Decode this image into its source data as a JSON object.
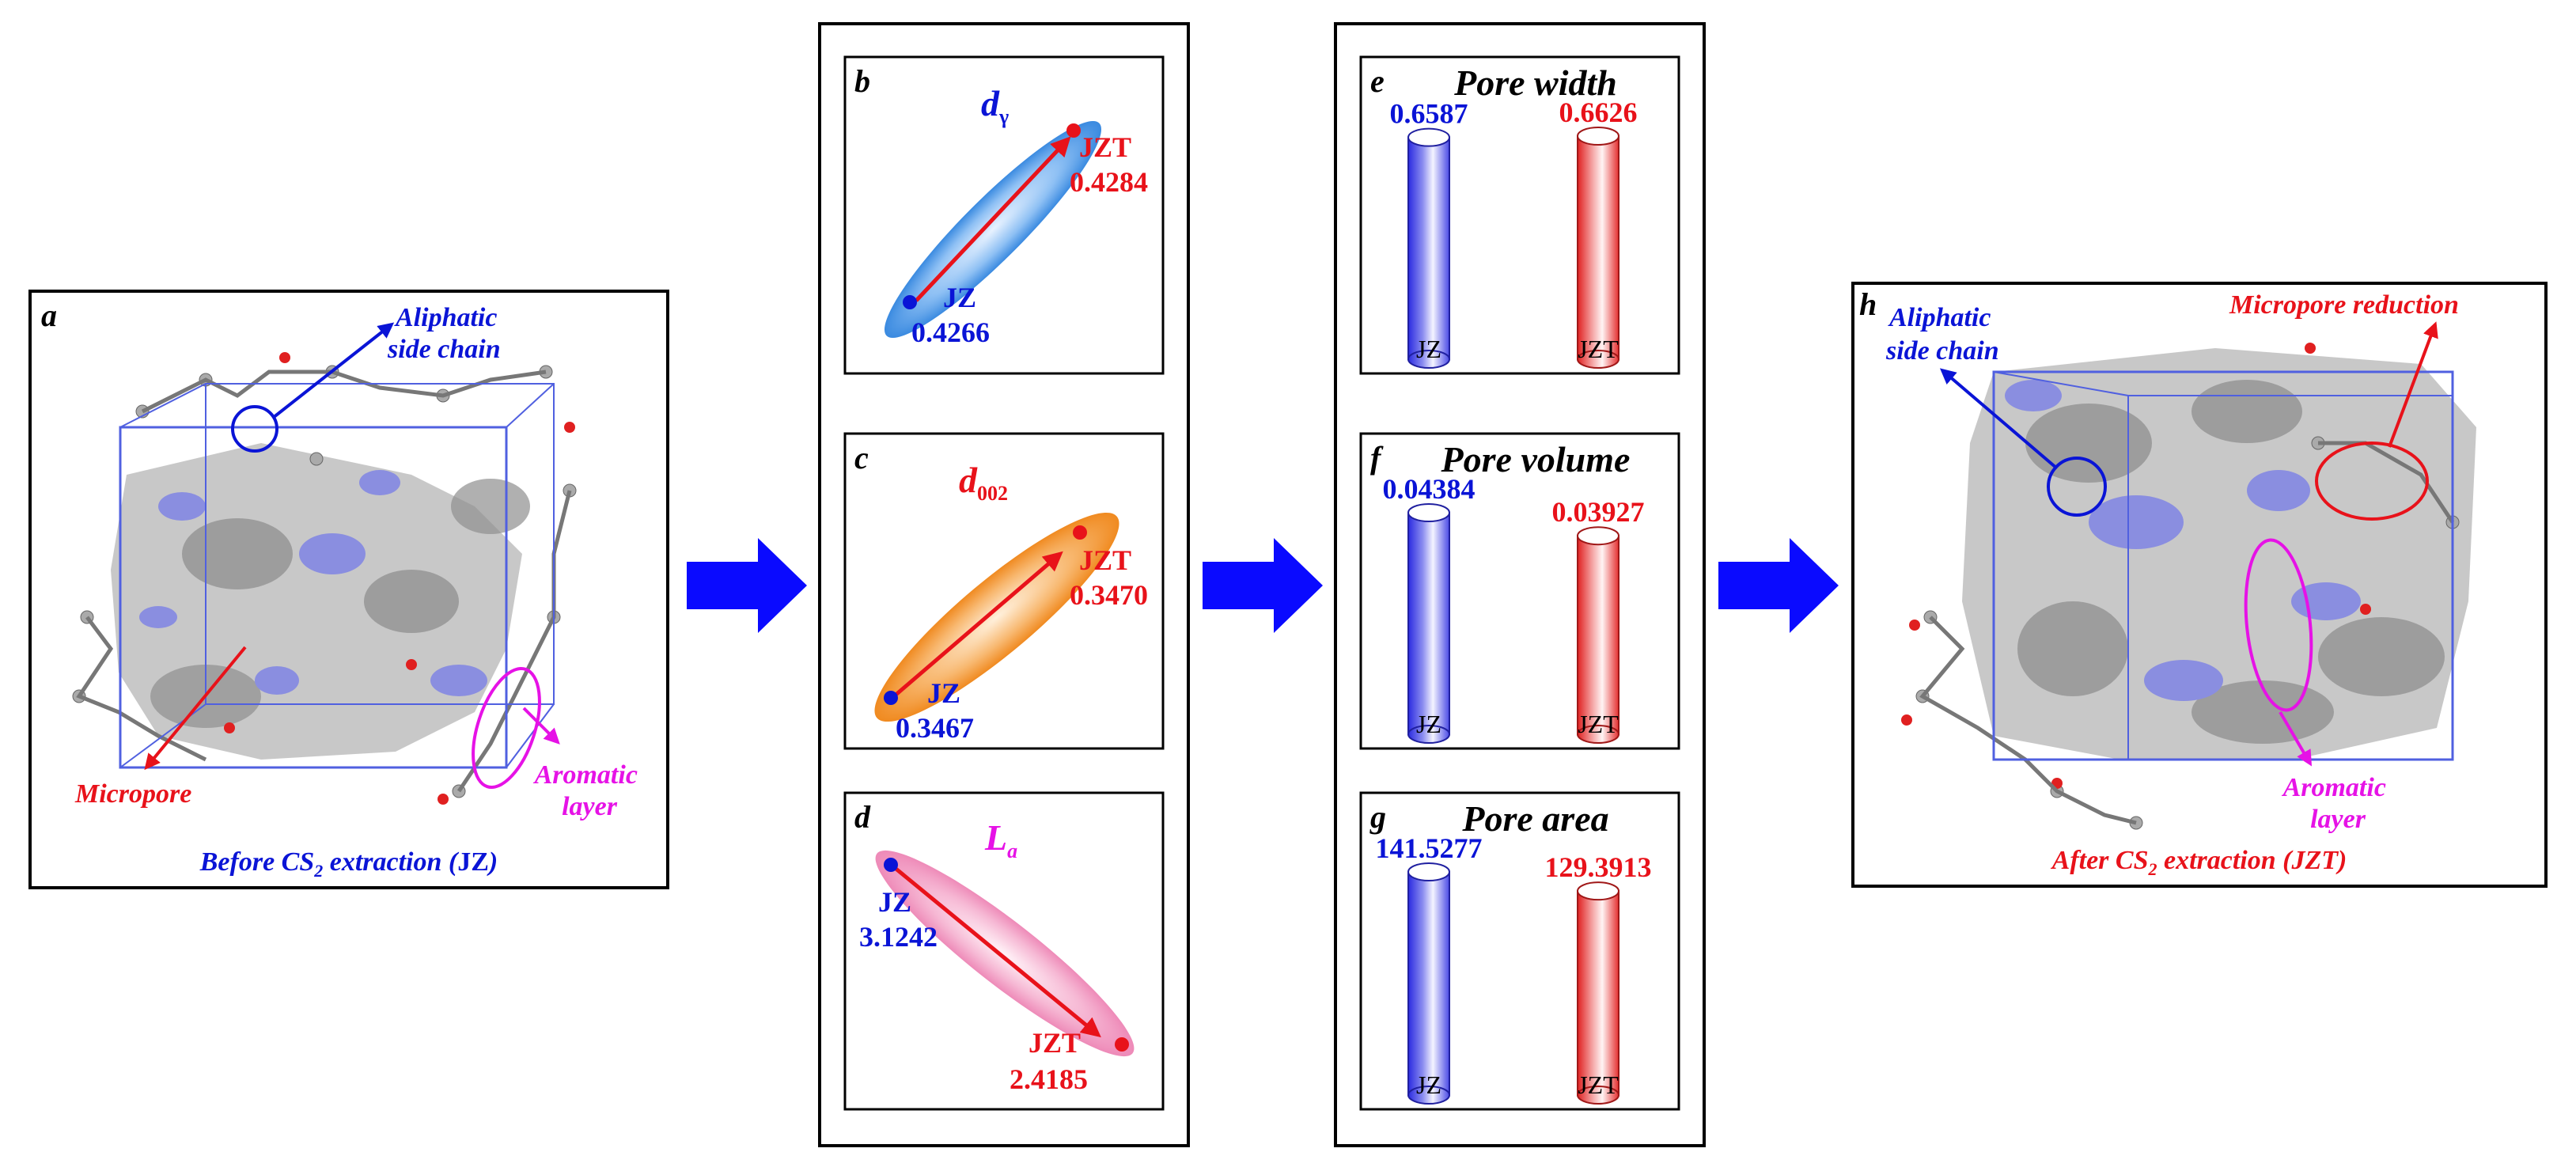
{
  "colors": {
    "blue": "#0a14d6",
    "red": "#e8121a",
    "magenta": "#e612e6",
    "frame": "#000000",
    "box_edge": "#5060e0",
    "pore_blue": "#8a8ee0",
    "arrow_blue": "#0a0aff"
  },
  "panel_a": {
    "letter": "a",
    "aliphatic_line1": "Aliphatic",
    "aliphatic_line2": "side chain",
    "micropore": "Micropore",
    "aromatic_line1": "Aromatic",
    "aromatic_line2": "layer",
    "caption_pre": "Before CS",
    "caption_sub": "2",
    "caption_mid": " extraction (",
    "caption_tag": "JZ",
    "caption_end": ")"
  },
  "panel_b": {
    "letter": "b",
    "symbol": "d",
    "symbol_sub": "γ",
    "jz_label": "JZ",
    "jz_value": "0.4266",
    "jzt_label": "JZT",
    "jzt_value": "0.4284"
  },
  "panel_c": {
    "letter": "c",
    "symbol": "d",
    "symbol_sub": "002",
    "jz_label": "JZ",
    "jz_value": "0.3467",
    "jzt_label": "JZT",
    "jzt_value": "0.3470"
  },
  "panel_d": {
    "letter": "d",
    "symbol": "L",
    "symbol_sub": "a",
    "jz_label": "JZ",
    "jz_value": "3.1242",
    "jzt_label": "JZT",
    "jzt_value": "2.4185"
  },
  "chart_data": [
    {
      "type": "bar",
      "letter": "e",
      "title": "Pore width",
      "categories": [
        "JZ",
        "JZT"
      ],
      "values": [
        0.6587,
        0.6626
      ],
      "value_labels": [
        "0.6587",
        "0.6626"
      ]
    },
    {
      "type": "bar",
      "letter": "f",
      "title": "Pore volume",
      "categories": [
        "JZ",
        "JZT"
      ],
      "values": [
        0.04384,
        0.03927
      ],
      "value_labels": [
        "0.04384",
        "0.03927"
      ]
    },
    {
      "type": "bar",
      "letter": "g",
      "title": "Pore area",
      "categories": [
        "JZ",
        "JZT"
      ],
      "values": [
        141.5277,
        129.3913
      ],
      "value_labels": [
        "141.5277",
        "129.3913"
      ]
    }
  ],
  "panel_h": {
    "letter": "h",
    "aliphatic_line1": "Aliphatic",
    "aliphatic_line2": "side chain",
    "micropore_reduction": "Micropore reduction",
    "aromatic_line1": "Aromatic",
    "aromatic_line2": "layer",
    "caption_pre": "After CS",
    "caption_sub": "2",
    "caption_mid": " extraction (",
    "caption_tag": "JZT",
    "caption_end": ")"
  }
}
